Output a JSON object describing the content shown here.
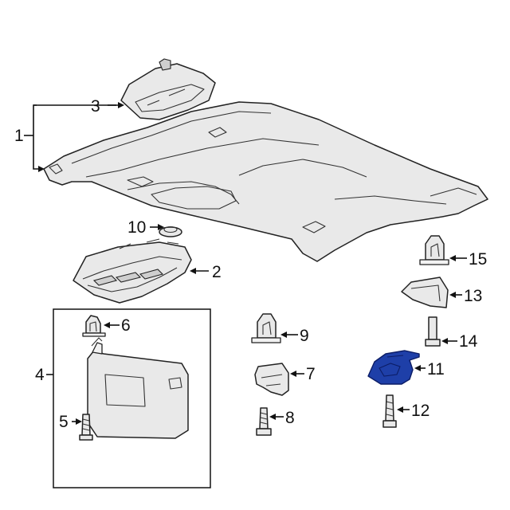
{
  "callouts": {
    "c1": "1",
    "c2": "2",
    "c3": "3",
    "c4": "4",
    "c5": "5",
    "c6": "6",
    "c7": "7",
    "c8": "8",
    "c9": "9",
    "c10": "10",
    "c11": "11",
    "c12": "12",
    "c13": "13",
    "c14": "14",
    "c15": "15"
  },
  "colors": {
    "highlight": "#1e3fa8",
    "line": "#222222",
    "fill": "#e9e9e9"
  },
  "highlighted_part": "11"
}
